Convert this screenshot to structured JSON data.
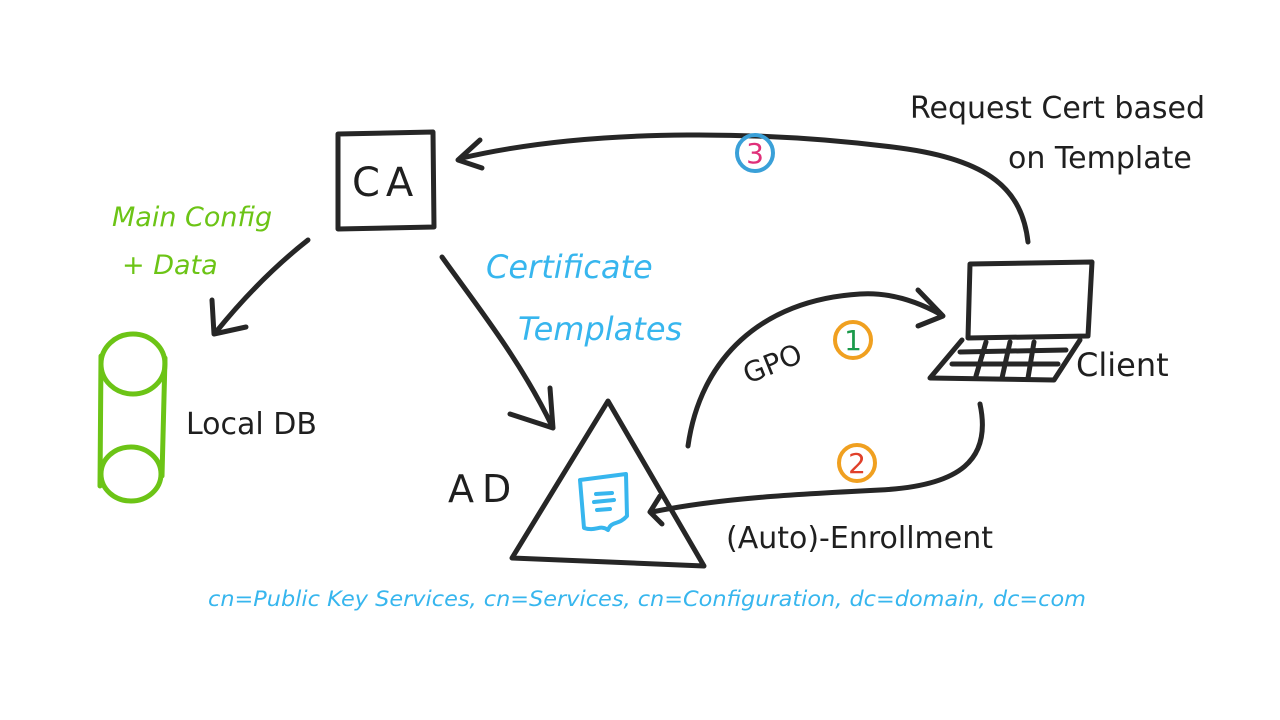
{
  "nodes": {
    "ca": "CA",
    "local_db": "Local DB",
    "ad": "AD",
    "client": "Client"
  },
  "labels": {
    "main_config_line1": "Main Config",
    "main_config_line2": "+ Data",
    "cert_templates_line1": "Certificate",
    "cert_templates_line2": "Templates",
    "request_line1": "Request Cert based",
    "request_line2": "on Template",
    "gpo": "GPO",
    "auto_enrollment": "(Auto)-Enrollment",
    "dn_path": "cn=Public Key Services, cn=Services, cn=Configuration, dc=domain, dc=com"
  },
  "steps": [
    {
      "number": "1",
      "ring_color": "#f0a020",
      "number_color": "#1a9a4a"
    },
    {
      "number": "2",
      "ring_color": "#f0a020",
      "number_color": "#e0402a"
    },
    {
      "number": "3",
      "ring_color": "#3aa0d8",
      "number_color": "#e0307a"
    }
  ],
  "colors": {
    "ink": "#262626",
    "green": "#6cc416",
    "blue": "#37b6ee"
  }
}
